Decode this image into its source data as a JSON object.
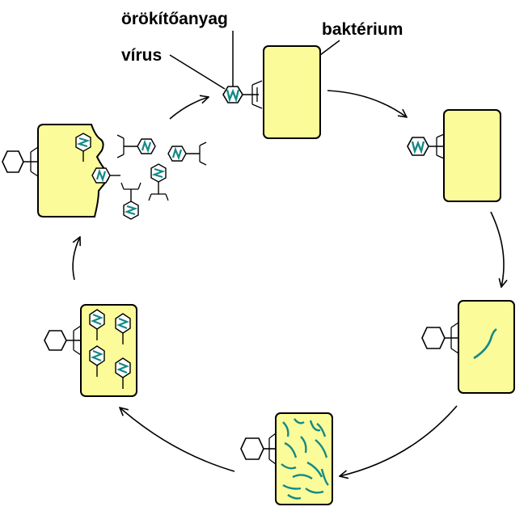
{
  "labels": {
    "genetic_material": "örökítőanyag",
    "bacterium": "baktérium",
    "virus": "vírus"
  },
  "colors": {
    "cell_fill": "#fbfb9a",
    "dna": "#138a86",
    "outline": "#000000"
  }
}
